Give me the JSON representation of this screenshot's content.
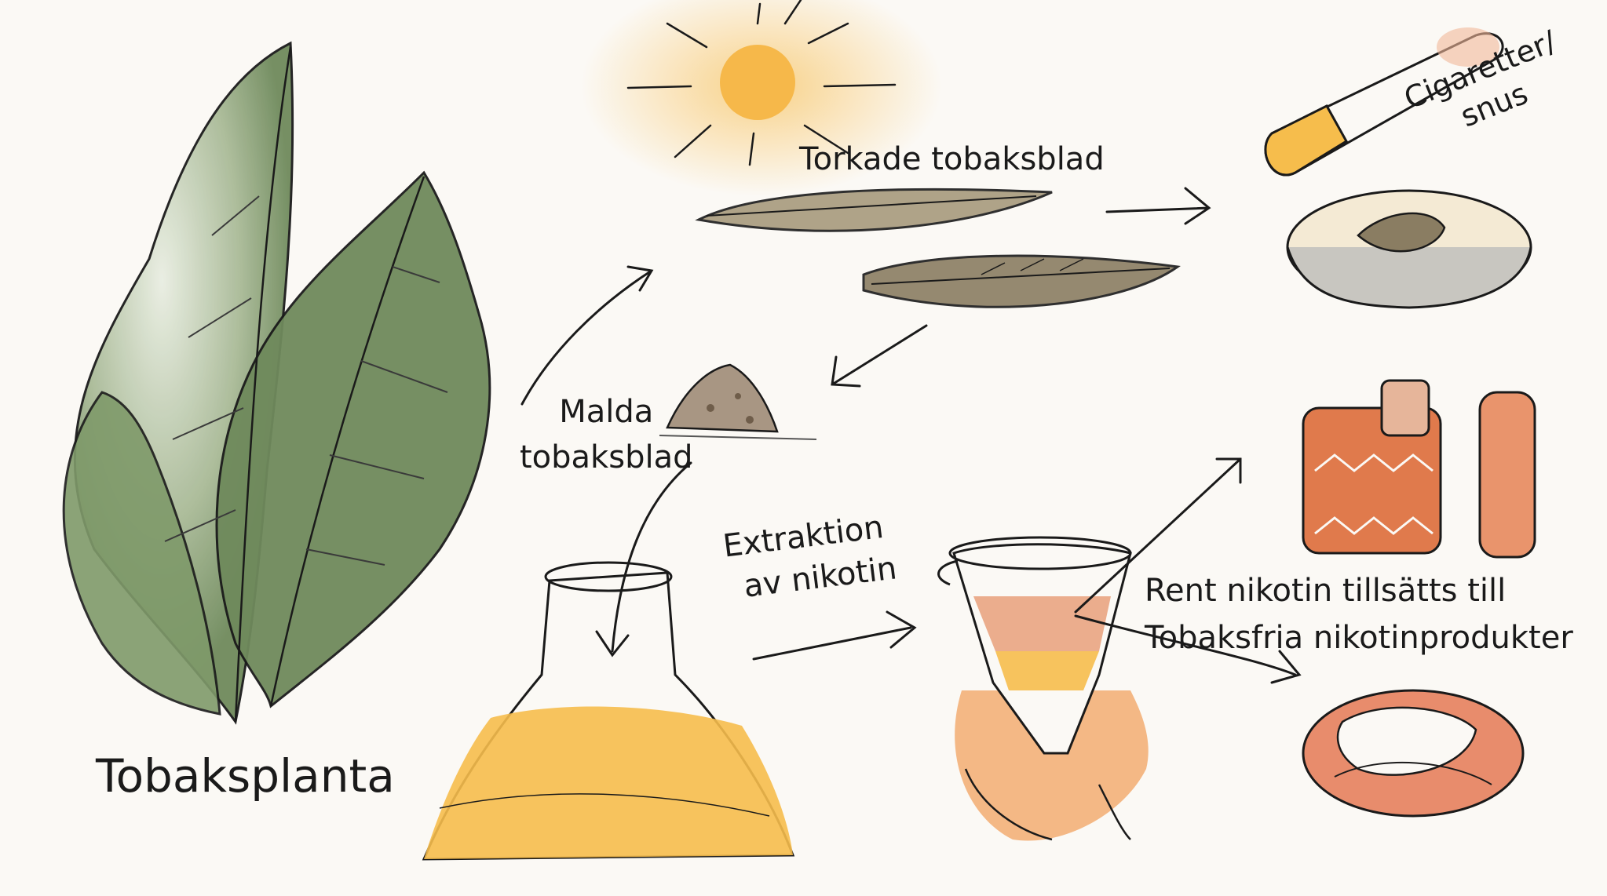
{
  "labels": {
    "plant": "Tobaksplanta",
    "dried_leaves": "Torkade tobaksblad",
    "ground_leaves_line1": "Malda",
    "ground_leaves_line2": "tobaksblad",
    "extraction_line1": "Extraktion",
    "extraction_line2": "av nikotin",
    "cigarettes_line1": "Cigaretter/",
    "cigarettes_line2": "snus",
    "pure_nicotine_line1": "Rent nikotin tillsätts till",
    "pure_nicotine_line2": "Tobaksfria nikotinprodukter"
  },
  "colors": {
    "background": "#fbf9f5",
    "leaf_green": "#6f8a5c",
    "leaf_light": "#c9d3bd",
    "sun_orange": "#f6b84a",
    "liquid_yellow": "#f6bd4c",
    "dried_leaf_brown": "#8a7d62",
    "product_orange": "#e07a4c",
    "ink": "#1a1a1a"
  }
}
